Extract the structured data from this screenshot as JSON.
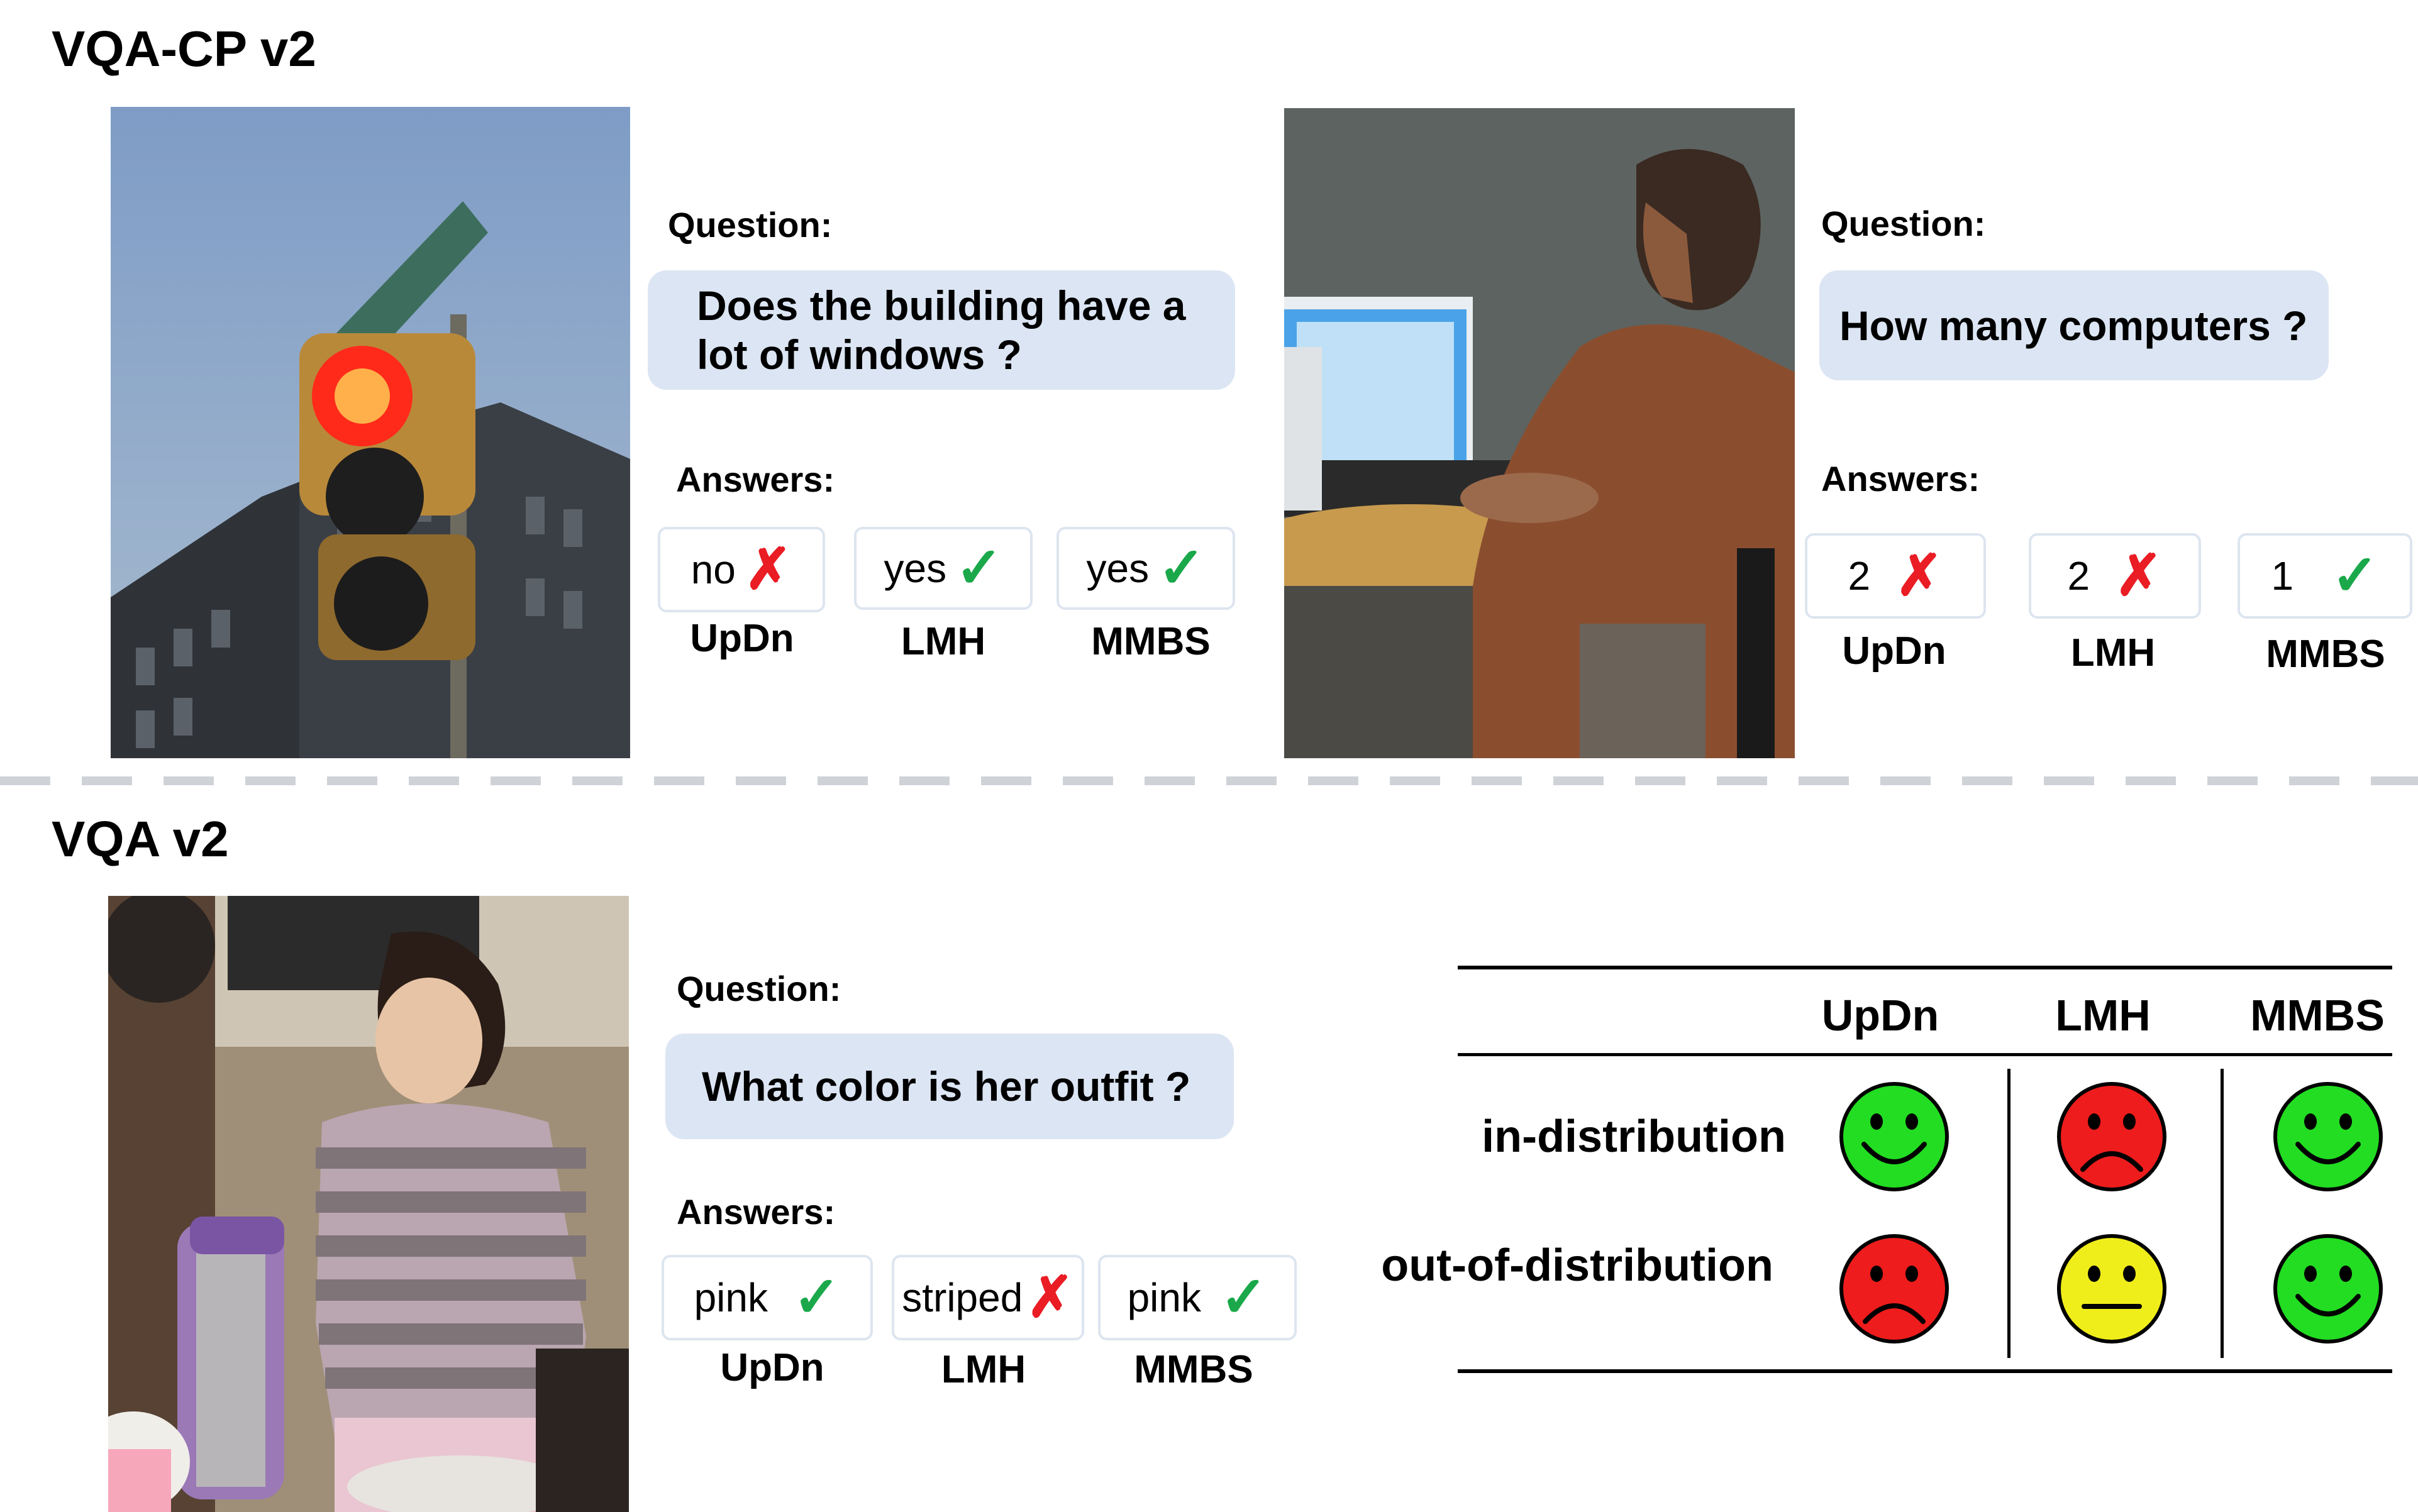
{
  "sections": {
    "top_title": "VQA-CP v2",
    "bottom_title": "VQA v2"
  },
  "labels": {
    "question": "Question",
    "answers": "Answers",
    "colon": ":"
  },
  "examples": [
    {
      "question": "Does the building have a lot of windows ?",
      "answers": [
        {
          "model": "UpDn",
          "answer": "no",
          "correct": false
        },
        {
          "model": "LMH",
          "answer": "yes",
          "correct": true
        },
        {
          "model": "MMBS",
          "answer": "yes",
          "correct": true
        }
      ]
    },
    {
      "question": "How many computers ?",
      "answers": [
        {
          "model": "UpDn",
          "answer": "2",
          "correct": false
        },
        {
          "model": "LMH",
          "answer": "2",
          "correct": false
        },
        {
          "model": "MMBS",
          "answer": "1",
          "correct": true
        }
      ]
    },
    {
      "question": "What color is her outfit ?",
      "answers": [
        {
          "model": "UpDn",
          "answer": "pink",
          "correct": true
        },
        {
          "model": "LMH",
          "answer": "striped",
          "correct": false
        },
        {
          "model": "MMBS",
          "answer": "pink",
          "correct": true
        }
      ]
    }
  ],
  "marks": {
    "check": "✓",
    "cross": "✗"
  },
  "summary_table": {
    "columns": [
      "UpDn",
      "LMH",
      "MMBS"
    ],
    "rows": [
      {
        "label": "in-distribution",
        "faces": [
          "happy",
          "sad",
          "happy"
        ]
      },
      {
        "label": "out-of-distribution",
        "faces": [
          "sad",
          "neutral",
          "happy"
        ]
      }
    ],
    "face_colors": {
      "happy": "#22dd22",
      "sad": "#ee1c1c",
      "neutral": "#f0ee1a"
    }
  }
}
